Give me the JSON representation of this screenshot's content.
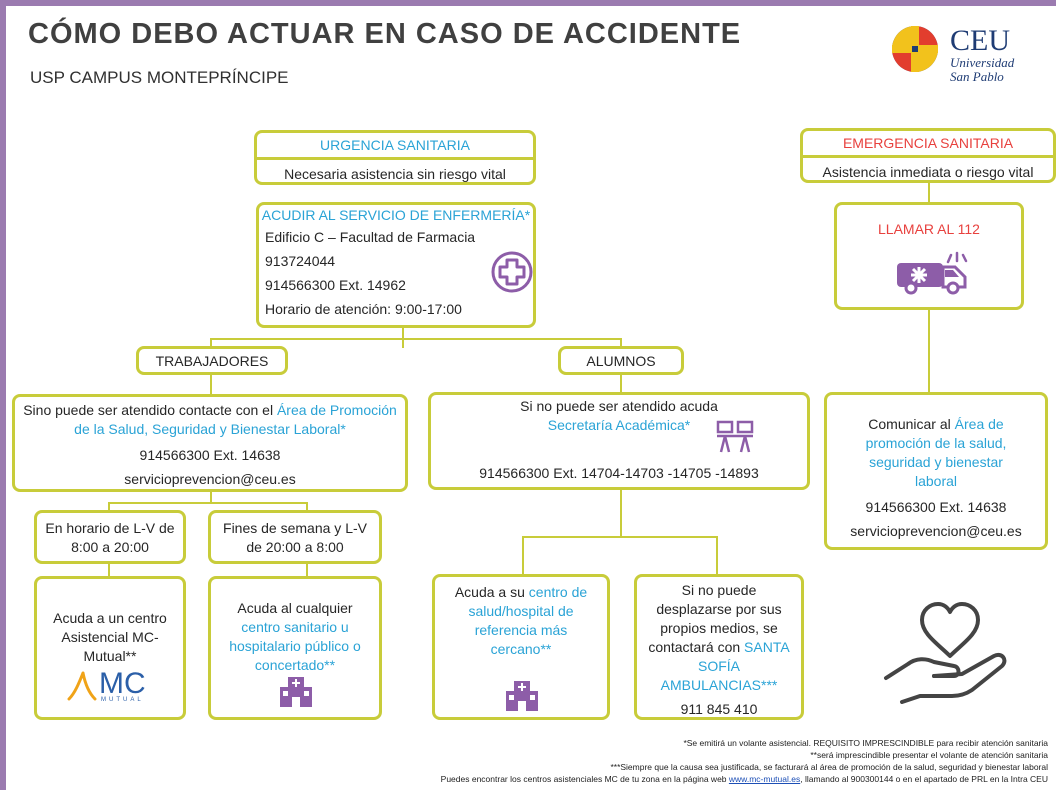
{
  "header": {
    "title": "CÓMO DEBO ACTUAR EN CASO DE ACCIDENTE",
    "subtitle": "USP CAMPUS MONTEPRÍNCIPE",
    "logo_name": "CEU",
    "logo_line1": "Universidad",
    "logo_line2": "San Pablo"
  },
  "urgencia": {
    "title": "URGENCIA SANITARIA",
    "desc": "Necesaria asistencia sin riesgo vital"
  },
  "enfermeria": {
    "title": "ACUDIR AL SERVICIO DE ENFERMERÍA*",
    "building": "Edificio C – Facultad de Farmacia",
    "phone1": "913724044",
    "phone2": "914566300 Ext. 14962",
    "hours": "Horario de atención: 9:00-17:00",
    "icon": "medical-cross-icon"
  },
  "emergencia": {
    "title": "EMERGENCIA SANITARIA",
    "desc": "Asistencia inmediata o riesgo vital",
    "call": "LLAMAR AL 112",
    "icon": "ambulance-icon"
  },
  "trabajadores": {
    "label": "TRABAJADORES",
    "text_pre": "Sino puede ser atendido contacte con el ",
    "text_link": "Área de Promoción de la Salud, Seguridad y Bienestar Laboral*",
    "phone": "914566300 Ext. 14638",
    "email": "servicioprevencion@ceu.es"
  },
  "alumnos": {
    "label": "ALUMNOS",
    "text_pre": "Si no puede ser atendido acuda ",
    "text_link": "Secretaría Académica*",
    "phone": "914566300 Ext. 14704-14703 -14705 -14893",
    "icon": "office-desk-icon"
  },
  "comunicar": {
    "text_pre": "Comunicar al ",
    "text_link": "Área de promoción de la salud, seguridad y bienestar laboral",
    "phone": "914566300 Ext. 14638",
    "email": "servicioprevencion@ceu.es"
  },
  "horario": {
    "weekday": "En horario de L-V de 8:00 a 20:00",
    "weekend": "Fines de semana y L-V de 20:00 a 8:00"
  },
  "mc": {
    "text": "Acuda a un centro Asistencial MC-Mutual**",
    "logo": "MC",
    "logo_sub": "MUTUAL"
  },
  "publico": {
    "pre": "Acuda al cualquier ",
    "link": "centro sanitario u hospitalario público o concertado**",
    "icon": "hospital-icon"
  },
  "centro": {
    "pre": "Acuda a su ",
    "link": "centro de salud/hospital de referencia más cercano**",
    "icon": "hospital-icon"
  },
  "ambulancia": {
    "pre": "Si no puede desplazarse por sus propios medios, se contactará con ",
    "link": "SANTA SOFÍA AMBULANCIAS***",
    "phone": "911 845 410"
  },
  "care_icon": "heart-hand-icon",
  "footnotes": {
    "f1": "*Se emitirá un volante asistencial. REQUISITO IMPRESCINDIBLE para recibir atención sanitaria",
    "f2": "**será imprescindible presentar el volante de atención sanitaria",
    "f3": "***Siempre que la causa sea justificada, se facturará al área de promoción de la salud, seguridad y bienestar laboral",
    "f4_pre": "Puedes encontrar los centros asistenciales MC de tu zona en la página web ",
    "f4_link": "www.mc-mutual.es",
    "f4_post": ", llamando al 900300144 o en el apartado de PRL en la Intra CEU"
  },
  "colors": {
    "border": "#c8cc3a",
    "accent_blue": "#2aa3d6",
    "accent_red": "#e8413e",
    "purple": "#9b7bb0",
    "navy": "#1f3c74"
  }
}
